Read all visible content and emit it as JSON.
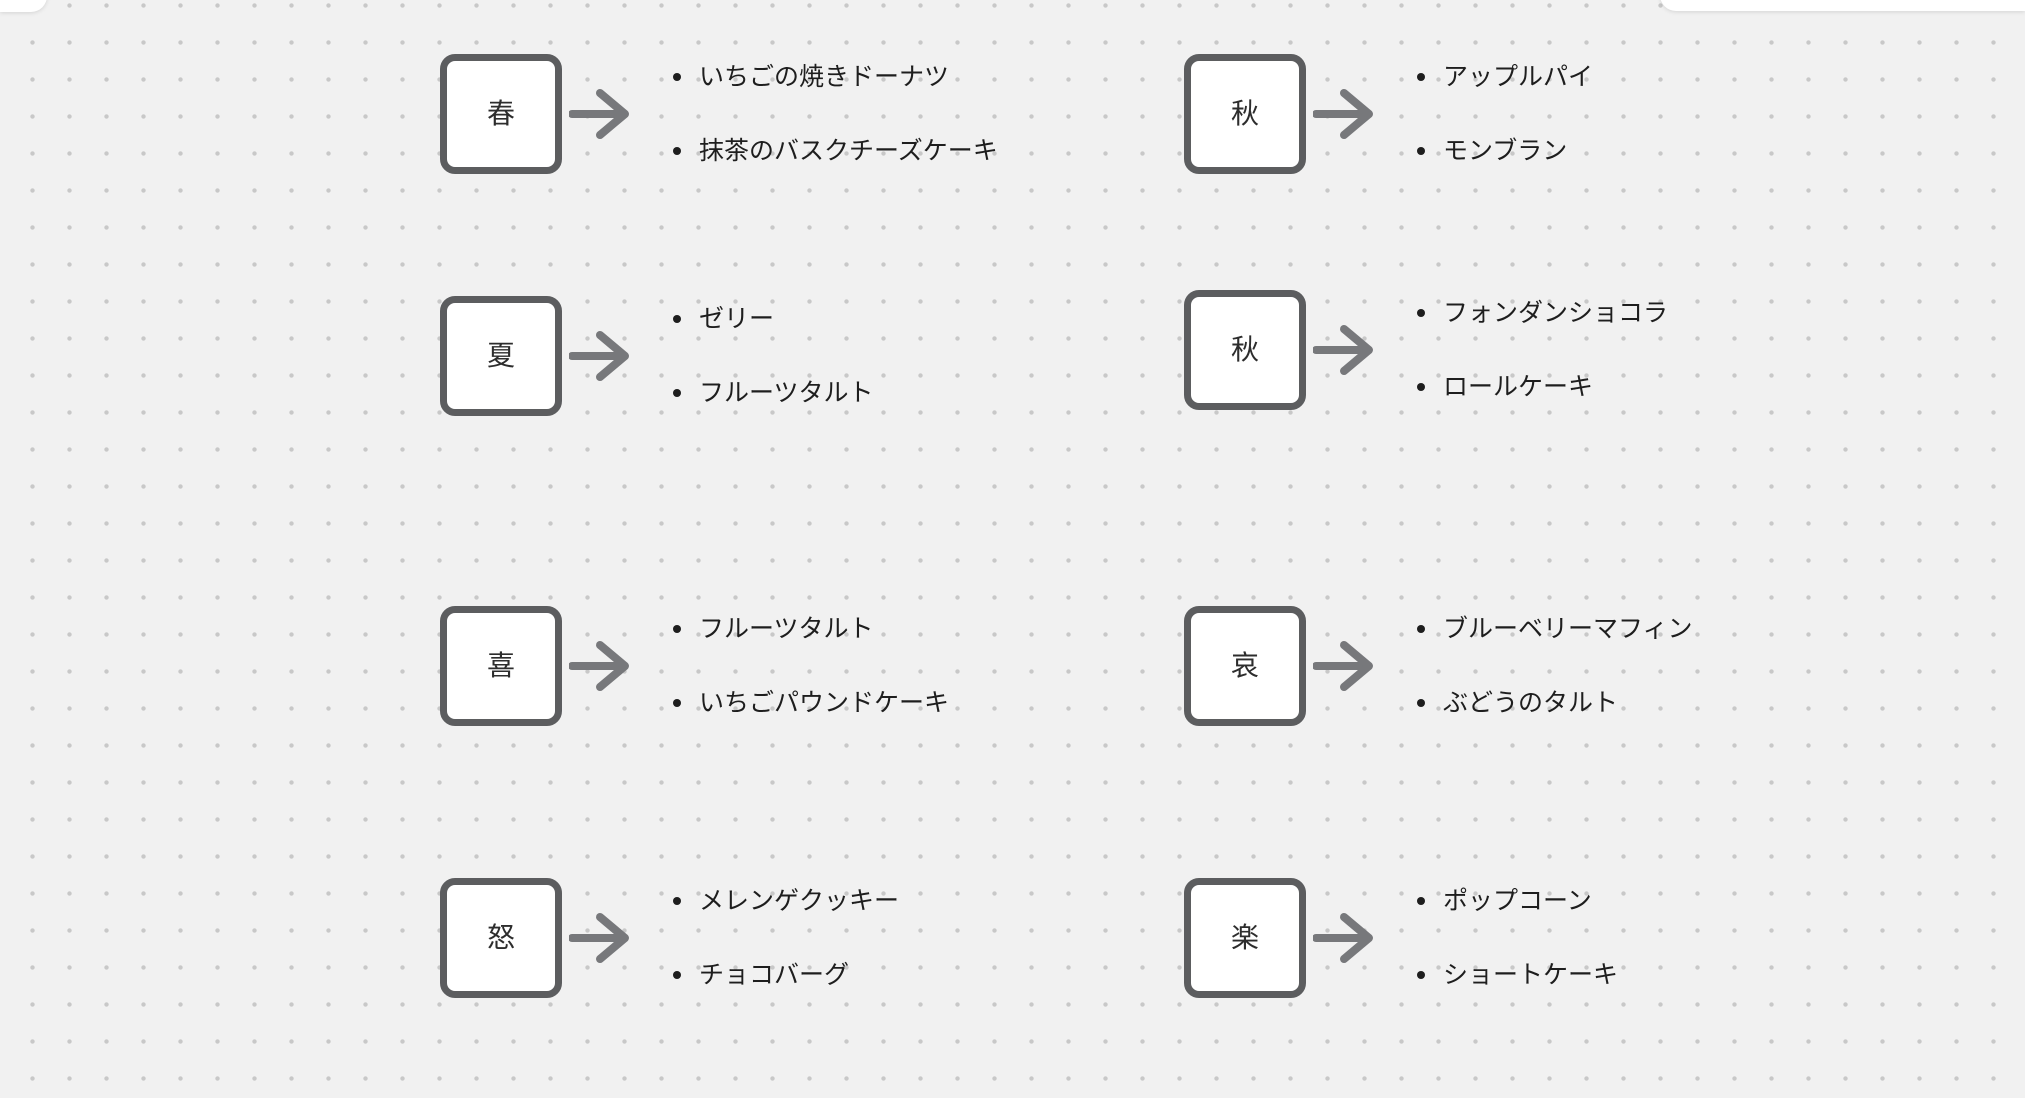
{
  "canvas": {
    "background_color": "#f1f1f1",
    "dot_color": "#c8c8c8"
  },
  "style": {
    "box_fill_color": "#ffffff",
    "box_border_color": "#5c5d5f",
    "arrow_color": "#77787b",
    "text_color": "#1e1e1e"
  },
  "groups": [
    {
      "label": "春",
      "items": [
        "いちごの焼きドーナツ",
        "抹茶のバスクチーズケーキ"
      ]
    },
    {
      "label": "秋",
      "items": [
        "アップルパイ",
        "モンブラン"
      ]
    },
    {
      "label": "夏",
      "items": [
        "ゼリー",
        "フルーツタルト"
      ]
    },
    {
      "label": "秋",
      "items": [
        "フォンダンショコラ",
        "ロールケーキ"
      ]
    },
    {
      "label": "喜",
      "items": [
        "フルーツタルト",
        "いちごパウンドケーキ"
      ]
    },
    {
      "label": "哀",
      "items": [
        "ブルーベリーマフィン",
        "ぶどうのタルト"
      ]
    },
    {
      "label": "怒",
      "items": [
        "メレンゲクッキー",
        "チョコバーグ"
      ]
    },
    {
      "label": "楽",
      "items": [
        "ポップコーン",
        "ショートケーキ"
      ]
    }
  ]
}
